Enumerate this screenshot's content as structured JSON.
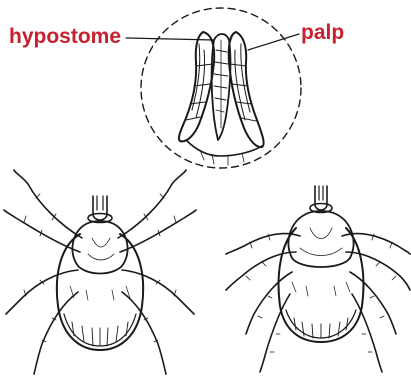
{
  "labels": {
    "hypostome": "hypostome",
    "palp": "palp"
  },
  "colors": {
    "label": "#c8202e",
    "ink": "#1a1a1a",
    "paper": "#ffffff"
  },
  "figures": [
    {
      "name": "mouthparts-closeup",
      "frame": "dashed-circle"
    },
    {
      "name": "tick-left",
      "view": "dorsal"
    },
    {
      "name": "tick-right",
      "view": "dorsal"
    }
  ]
}
